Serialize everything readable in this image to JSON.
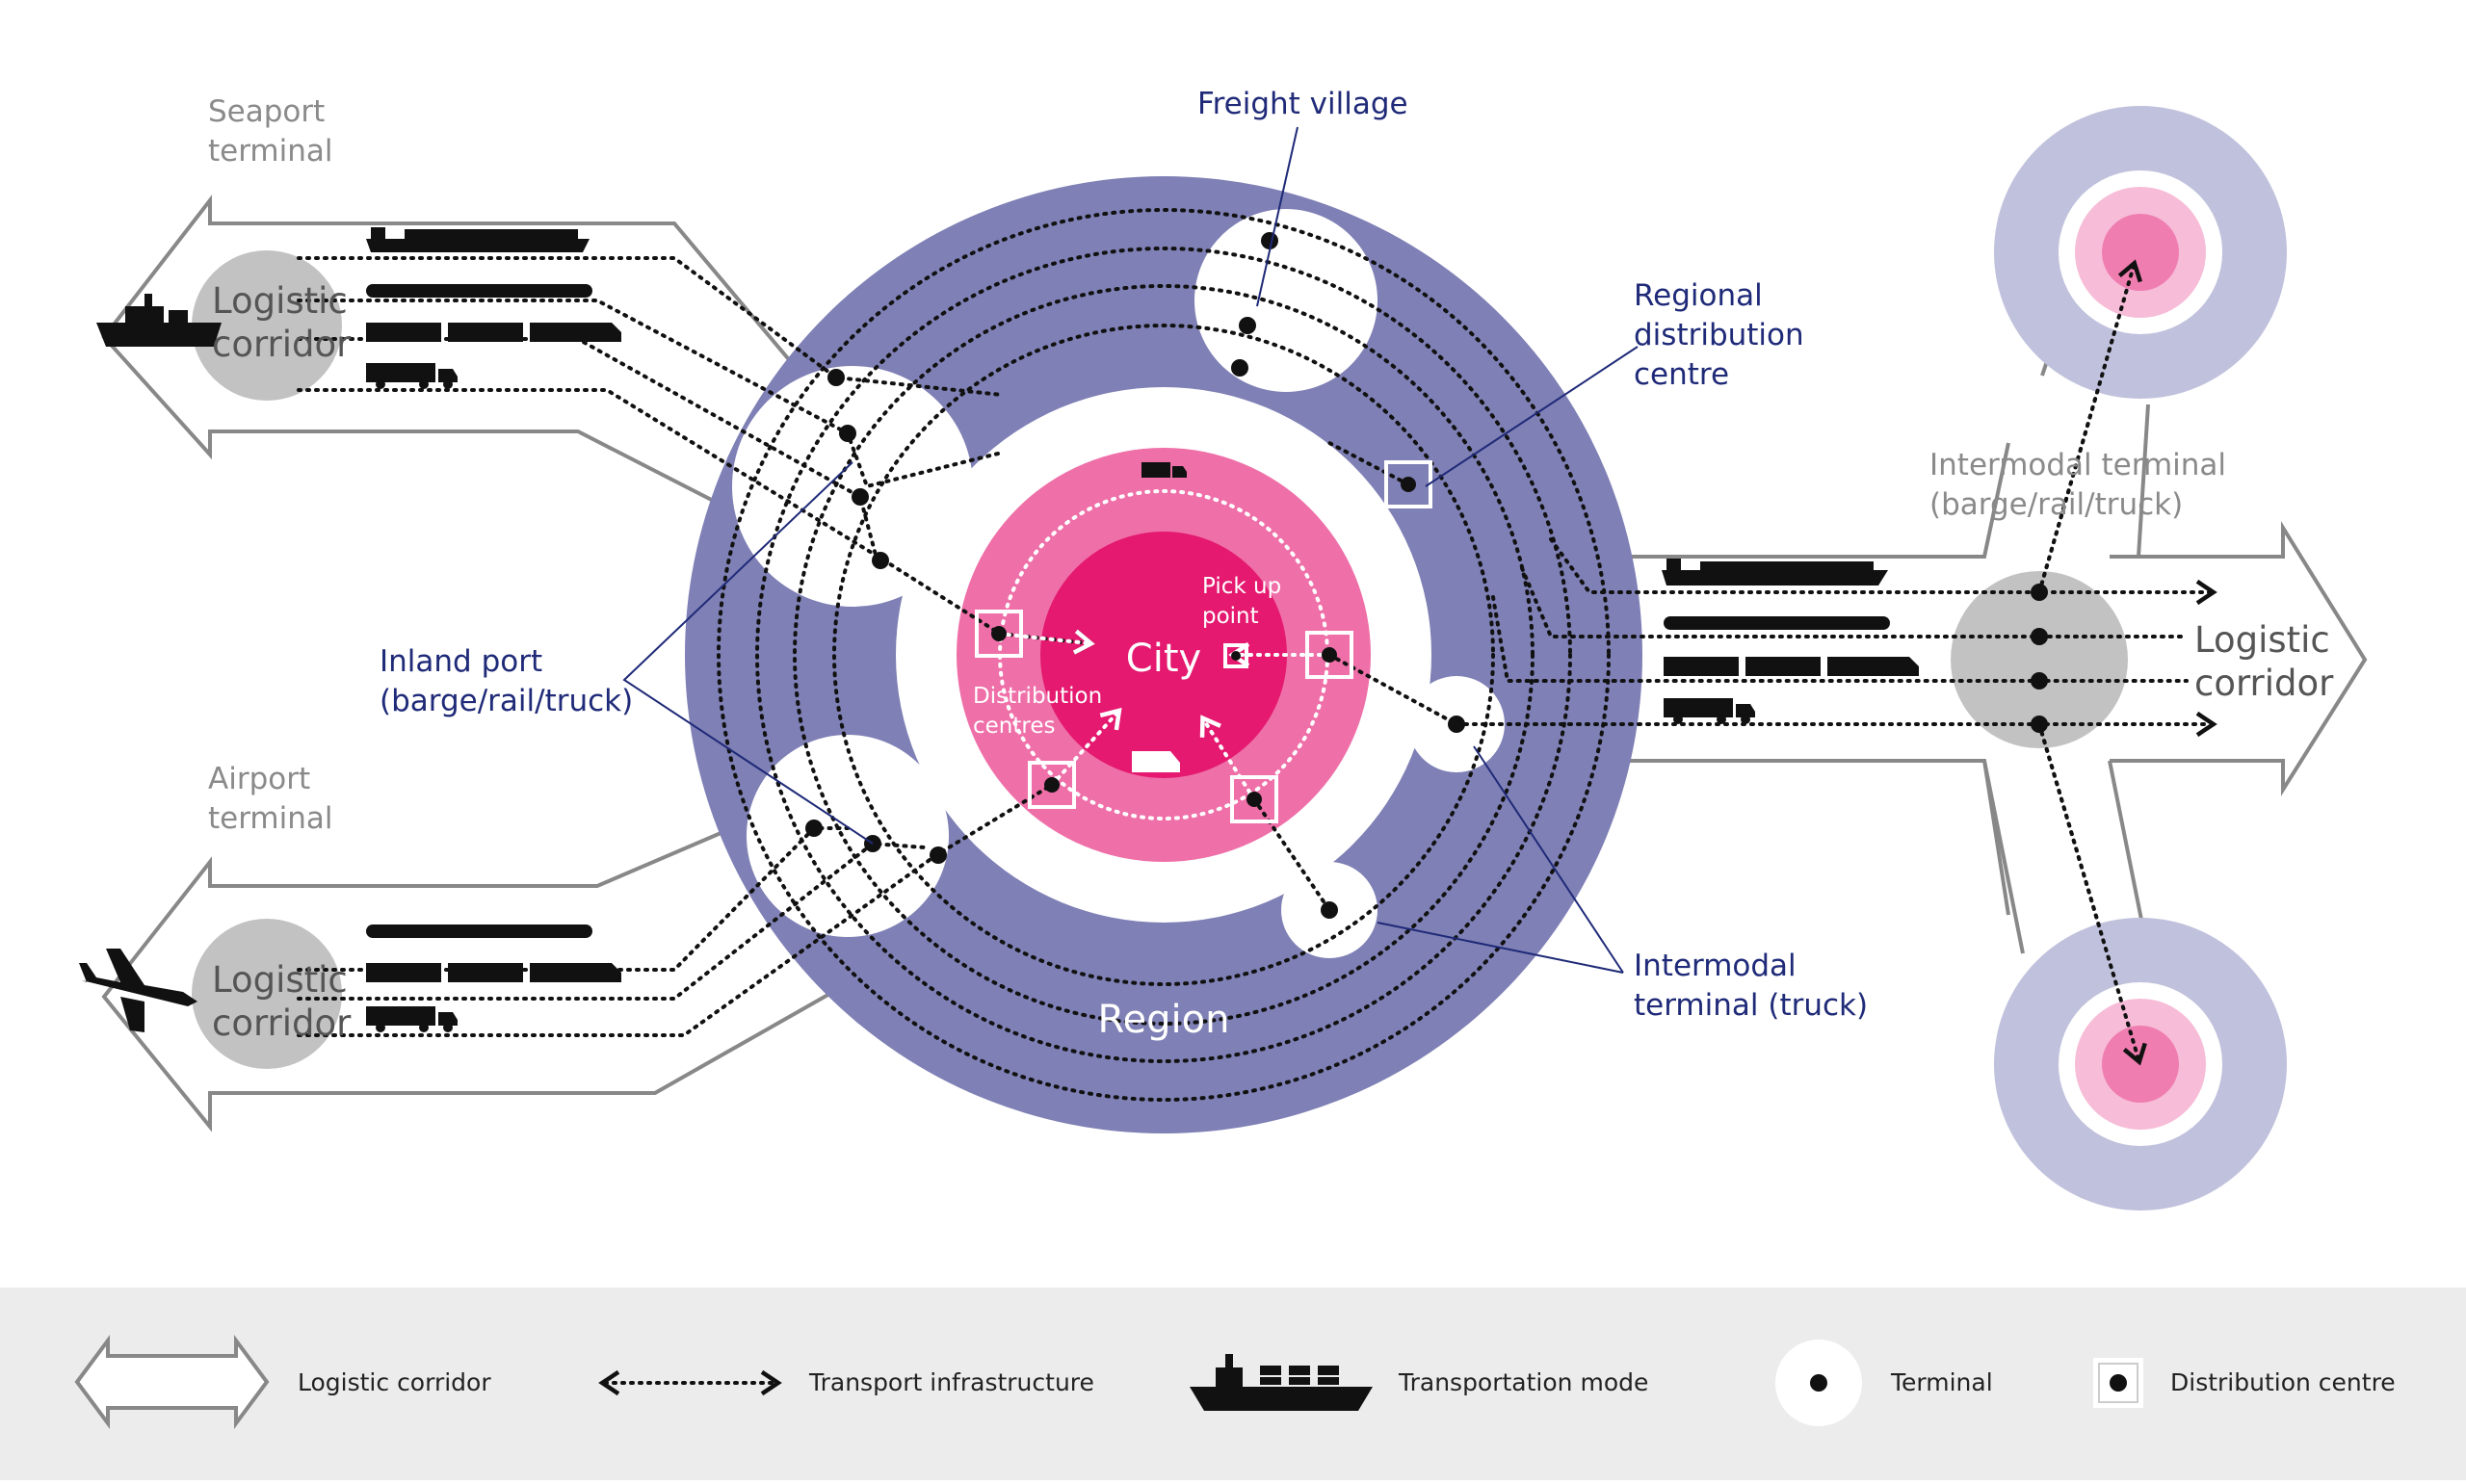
{
  "labels": {
    "seaport_terminal": [
      "Seaport",
      "terminal"
    ],
    "airport_terminal": [
      "Airport",
      "terminal"
    ],
    "logistic_corridor_left": [
      "Logistic",
      "corridor"
    ],
    "logistic_corridor_right": [
      "Logistic",
      "corridor"
    ],
    "freight_village": "Freight village",
    "regional_distribution_centre": [
      "Regional",
      "distribution",
      "centre"
    ],
    "inland_port": [
      "Inland port",
      "(barge/rail/truck)"
    ],
    "intermodal_terminal_truck": [
      "Intermodal",
      "terminal (truck)"
    ],
    "intermodal_terminal_brt": [
      "Intermodal terminal",
      "(barge/rail/truck)"
    ],
    "city": "City",
    "region": "Region",
    "pick_up_point": [
      "Pick up",
      "point"
    ],
    "distribution_centres": [
      "Distribution",
      "centres"
    ]
  },
  "legend": {
    "logistic_corridor": "Logistic corridor",
    "transport_infrastructure": "Transport infrastructure",
    "transportation_mode": "Transportation mode",
    "terminal": "Terminal",
    "distribution_centre": "Distribution centre"
  },
  "colors": {
    "region": "#7f80b5",
    "city_outer": "#ef6fa8",
    "city_inner": "#e4196f",
    "corridor_circle": "#c2c2c2",
    "legend_band": "#ececec",
    "annotation": "#1f2a78",
    "satellite_outer": "#c0c1dc",
    "satellite_mid": "#f7bcd7",
    "satellite_inner": "#ef7db0"
  },
  "icons": [
    "ship-icon",
    "barge-icon",
    "train-icon",
    "truck-icon",
    "airplane-icon",
    "van-icon"
  ]
}
